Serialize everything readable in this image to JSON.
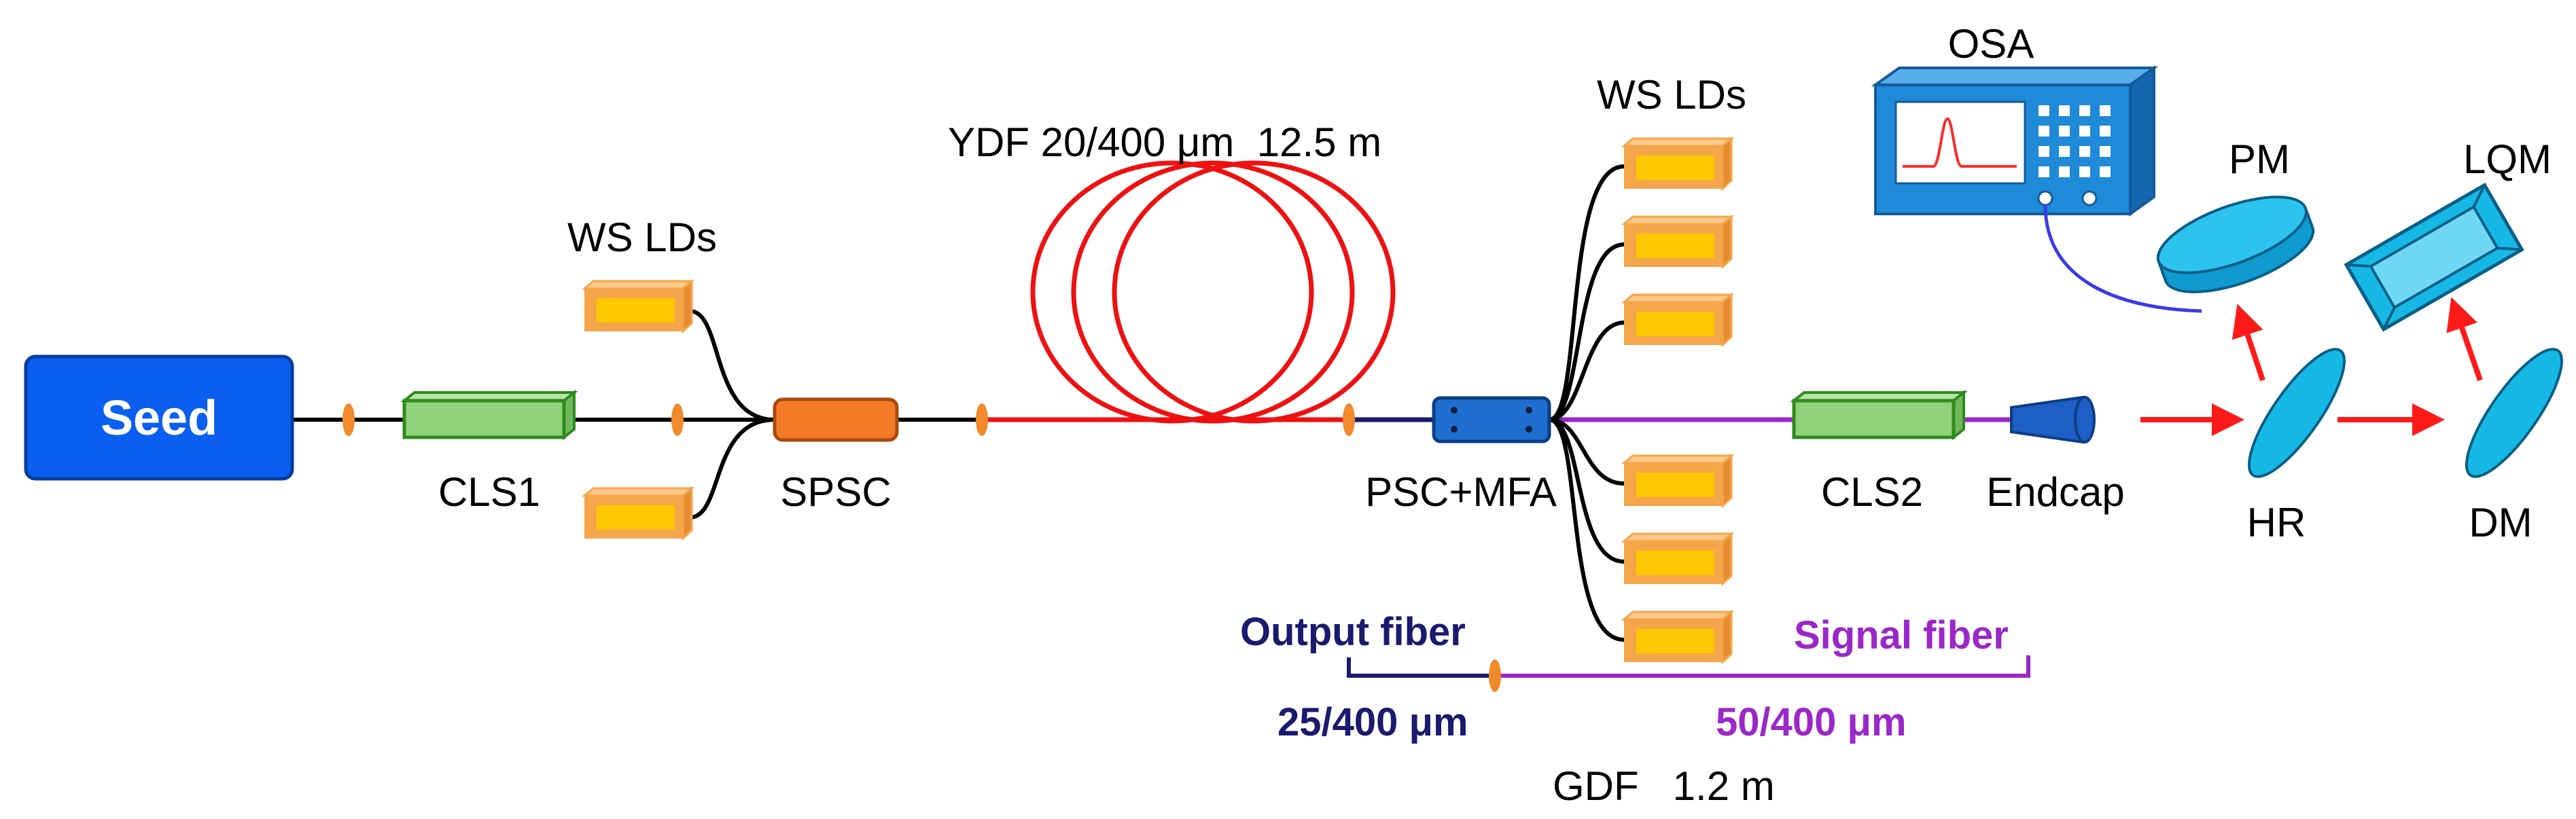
{
  "labels": {
    "seed": "Seed",
    "cls1": "CLS1",
    "ws_lds_left": "WS LDs",
    "spsc": "SPSC",
    "ydf": "YDF 20/400 μm  12.5 m",
    "ws_lds_right": "WS LDs",
    "psc_mfa": "PSC+MFA",
    "cls2": "CLS2",
    "endcap": "Endcap",
    "osa": "OSA",
    "pm": "PM",
    "lqm": "LQM",
    "hr": "HR",
    "dm": "DM",
    "output_fiber": "Output fiber",
    "output_fiber_size": "25/400 μm",
    "signal_fiber": "Signal fiber",
    "signal_fiber_size": "50/400 μm",
    "gdf": "GDF   1.2 m"
  },
  "colors": {
    "seed": "#0a5ff0",
    "cls_green": "#90d27a",
    "cls_border": "#2f8a1f",
    "spsc": "#f47a28",
    "ld_orange": "#f5a54a",
    "ld_yellow": "#ffc800",
    "ydf_red": "#ee1111",
    "output_fiber": "#1a1a6e",
    "signal_fiber": "#9b27c9",
    "splice": "#f08a2a",
    "psc_mfa": "#1f6fd0",
    "instrument": "#1e8ad8",
    "optic_cyan": "#16b9e6",
    "beam": "#ff1a1a",
    "osa_cable": "#3a3ae6"
  }
}
